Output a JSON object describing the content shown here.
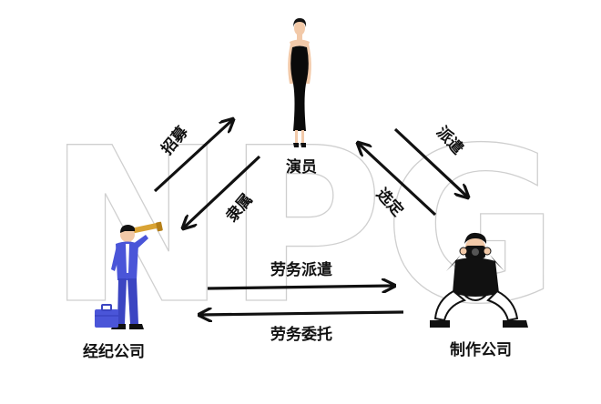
{
  "watermark": "NPG",
  "nodes": {
    "actor": "演员",
    "agency": "经纪公司",
    "production": "制作公司"
  },
  "edges": {
    "recruit": "招募",
    "belong": "隶属",
    "dispatch": "派遣",
    "select": "选定",
    "labor_dispatch": "劳务派遣",
    "labor_entrust": "劳务委托"
  },
  "colors": {
    "ink": "#111111",
    "suit": "#4a55d8",
    "skin": "#f2c9a8",
    "watermark_stroke": "#cfcfcf"
  }
}
